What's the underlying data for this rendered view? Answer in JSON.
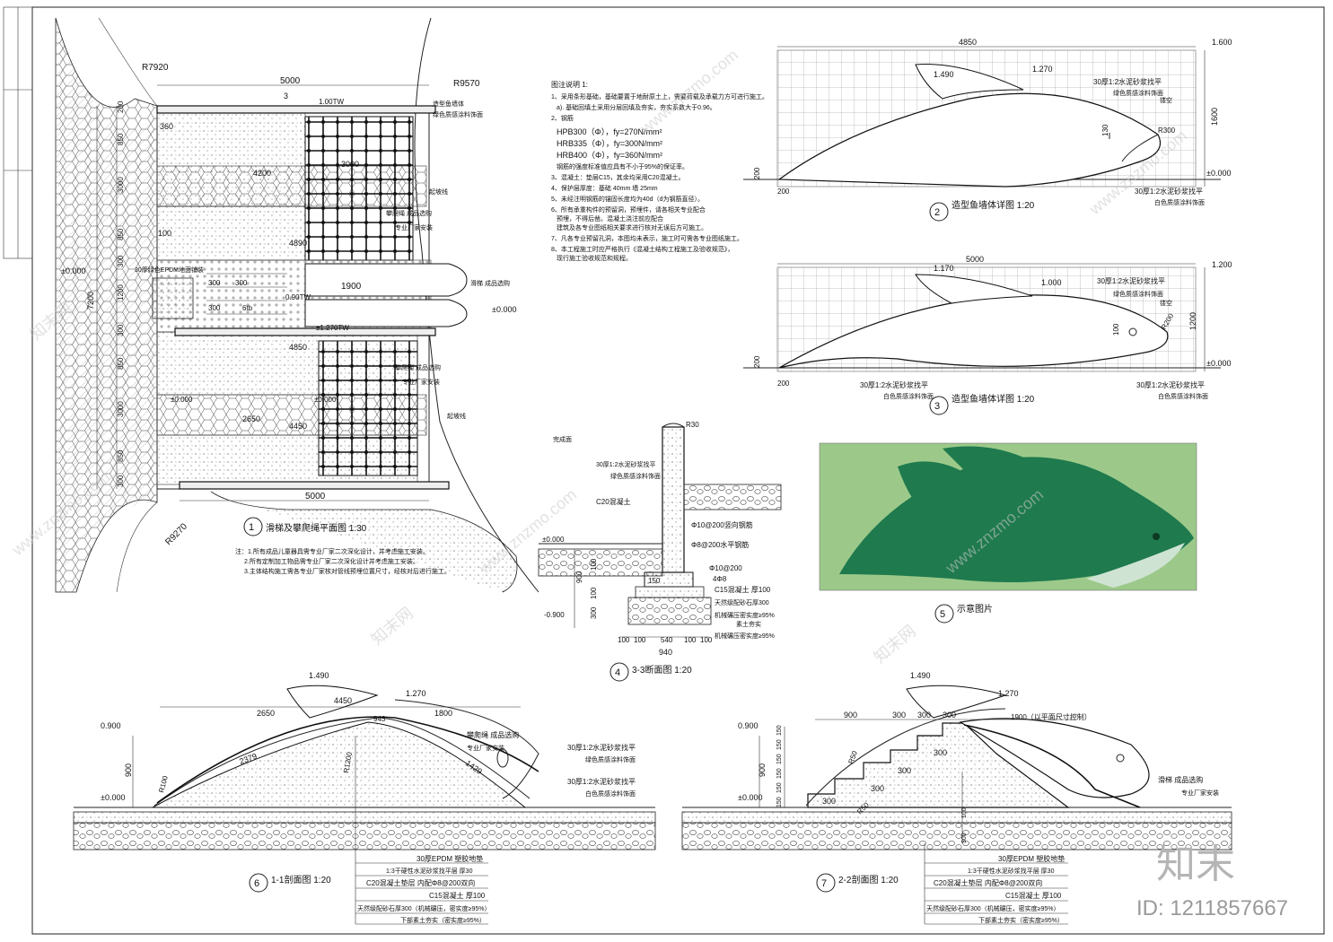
{
  "drawing": {
    "radius_labels": [
      "R7920",
      "R9570",
      "R9270"
    ],
    "plan": {
      "title": "滑梯及攀爬绳平面图 1:30",
      "num": "1",
      "dims_top": [
        "5000",
        "3",
        "1.00TW"
      ],
      "dims_bottom": [
        "5000"
      ],
      "left_dims": [
        "200",
        "850",
        "3000",
        "850",
        "300",
        "1200",
        "300",
        "850",
        "3000",
        "850",
        "300"
      ],
      "total_dim": "7200",
      "level_left": "±0.000",
      "inner_dims": [
        "360",
        "4200",
        "3000",
        "4890",
        "100",
        "1900",
        "4850",
        "2650",
        "4450",
        "300",
        "300",
        "300",
        "6tb",
        "0.90TW",
        "±1.270TW",
        "±0.000",
        "±0.000"
      ],
      "labels": [
        "造型鱼墙体",
        "绿色质感涂料饰面",
        "起坡线",
        "攀爬绳 成品选购",
        "专业厂家安装",
        "30厚绿色EPDM地面铺装",
        "滑梯 成品选购",
        "攀爬绳 成品选购",
        "专业厂家安装",
        "起坡线",
        "±0.000"
      ],
      "notes": [
        "注：1.所有成品儿童器具需专业厂家二次深化设计，并考虑施工安装。",
        "2.所有定制加工物品需专业厂家二次深化设计并考虑施工安装。",
        "3.主体结构施工需各专业厂家核对管线预埋位置尺寸，经核对后进行施工。"
      ]
    },
    "general_notes": {
      "title": "图注说明 1:",
      "lines": [
        "1、采用条形基础，基础要置于地耐原土上，需要荷载及承载力方可进行施工。",
        "a). 基础回填土采用分层回填及夯实，夯实系数大于0.96。",
        "2、钢筋",
        "HPB300（Φ），fy=270N/mm²",
        "HRB335（Φ），fy=300N/mm²",
        "HRB400（Φ），fy=360N/mm²",
        "钢筋的强度标准值应具有不小于95%的保证率。",
        "3、混凝土：垫层C15，其余均采用C20混凝土。",
        "4、保护层厚度：基础 40mm    墙 25mm",
        "5、未经注明钢筋的锚固长度均为40d（d为钢筋直径）。",
        "6、所有承重构件的预留洞，预埋件，请各相关专业配合",
        "   预埋，不得后凿。混凝土浇注前应配合",
        "   建筑及各专业图纸相关要求进行核对无误后方可施工。",
        "7、凡各专业预留孔洞，本图均未表示，施工时可需各专业图纸施工。",
        "8、本工程施工时应严格执行《混凝土结构工程施工及验收规范》，",
        "   现行施工验收规范和规程。"
      ]
    },
    "fish_wall_2": {
      "num": "2",
      "title": "造型鱼墙体详图 1:20",
      "dims": [
        "4850",
        "1.600",
        "1.490",
        "1.270",
        "1600",
        "±0.000",
        "200",
        "200",
        "130",
        "R300"
      ],
      "labels": [
        "30厚1:2水泥砂浆找平",
        "绿色质感涂料饰面",
        "镂空",
        "30厚1:2水泥砂浆找平",
        "白色质感涂料饰面"
      ]
    },
    "fish_wall_3": {
      "num": "3",
      "title": "造型鱼墙体详图 1:20",
      "dims": [
        "5000",
        "1.200",
        "1.170",
        "1.000",
        "1200",
        "±0.000",
        "200",
        "200",
        "100",
        "R200"
      ],
      "labels": [
        "30厚1:2水泥砂浆找平",
        "绿色质感涂料饰面",
        "镂空",
        "30厚1:2水泥砂浆找平",
        "白色质感涂料饰面",
        "30厚1:2水泥砂浆找平",
        "白色质感涂料饰面"
      ]
    },
    "section_33": {
      "num": "4",
      "title": "3-3断面图 1:20",
      "dims": [
        "R30",
        "±0.000",
        "-0.900",
        "900",
        "300",
        "100",
        "100",
        "150",
        "100",
        "100",
        "540",
        "100",
        "100",
        "940"
      ],
      "labels": [
        "完成面",
        "30厚1:2水泥砂浆找平",
        "绿色质感涂料饰面",
        "C20混凝土",
        "Φ10@200竖向钢筋",
        "Φ8@200水平钢筋",
        "Φ10@200",
        "4Φ8",
        "C15混凝土 厚100",
        "天然级配砂石厚300",
        "机械碾压密实度≥95%",
        "素土夯实",
        "机械碾压密实度≥95%"
      ]
    },
    "photo": {
      "num": "5",
      "title": "示意图片"
    },
    "section_11": {
      "num": "6",
      "title": "1-1剖面图 1:20",
      "dims": [
        "1.490",
        "1.270",
        "4450",
        "2650",
        "1800",
        "0.900",
        "900",
        "±0.000",
        "R100",
        "2379",
        "943",
        "R1200",
        "1429"
      ],
      "labels": [
        "攀爬绳 成品选购",
        "专业厂家安装",
        "30厚1:2水泥砂浆找平",
        "绿色质感涂料饰面",
        "30厚1:2水泥砂浆找平",
        "白色质感涂料饰面"
      ],
      "layers": [
        "30厚EPDM 塑胶地垫",
        "1:3干硬性水泥砂浆找平层 厚30",
        "C20混凝土垫层 内配Φ8@200双向",
        "C15混凝土 厚100",
        "天然级配砂石厚300（机械碾压，密实度≥95%）",
        "下部素土夯实（密实度≥95%）"
      ]
    },
    "section_22": {
      "num": "7",
      "title": "2-2剖面图 1:20",
      "dims": [
        "1.490",
        "1.270",
        "900",
        "300",
        "300",
        "300",
        "1900（以平面尺寸控制）",
        "0.900",
        "900",
        "±0.000",
        "150",
        "150",
        "150",
        "150",
        "150",
        "150",
        "R50",
        "300",
        "300",
        "300",
        "300",
        "100",
        "300",
        "R50"
      ],
      "labels": [
        "滑梯 成品选购",
        "专业厂家安装"
      ],
      "layers": [
        "30厚EPDM 塑胶地垫",
        "1:3干硬性水泥砂浆找平层 厚30",
        "C20混凝土垫层 内配Φ8@200双向",
        "C15混凝土 厚100",
        "天然级配砂石厚300（机械碾压，密实度≥95%）",
        "下部素土夯实（密实度≥95%）"
      ]
    }
  },
  "watermark": {
    "site": "www.znzmo.com",
    "brand": "知末网",
    "logo": "知末",
    "id": "ID: 1211857667"
  },
  "colors": {
    "fish_green": "#1f7a4e",
    "fish_light": "#cfe3d3",
    "photo_bg": "#9cc98a"
  }
}
